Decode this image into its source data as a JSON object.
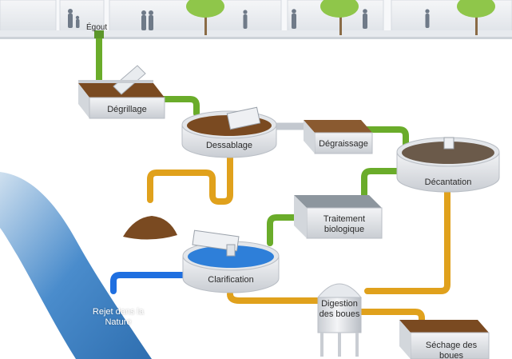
{
  "diagram": {
    "labels": {
      "egout": "Égout",
      "degrillage": "Dégrillage",
      "dessablage": "Dessablage",
      "degraissage": "Dégraissage",
      "decantation": "Décantation",
      "traitement": "Traitement biologique",
      "clarification": "Clarification",
      "digestion": "Digestion des boues",
      "sechage": "Séchage des boues",
      "rejet": "Rejet dans la Nature"
    },
    "colors": {
      "green_pipe": "#6aac2a",
      "orange_pipe": "#e0a11c",
      "blue_pipe": "#1f6fe0",
      "river": "#3f86c4",
      "tank": "#e9ecef",
      "sludge": "#7a4a21",
      "clear_water": "#2e7fd9",
      "tree": "#8fc64a",
      "building": "#eef0f3"
    }
  }
}
